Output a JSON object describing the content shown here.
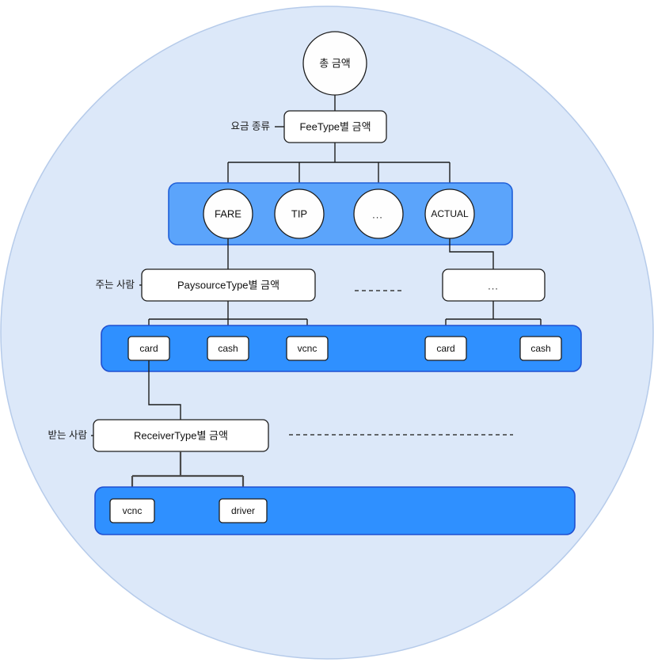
{
  "diagram": {
    "title_node": {
      "label": "총 금액",
      "shape": "circle"
    },
    "levels": [
      {
        "id": "feetype",
        "side_label": "요금 종류",
        "box_label": "FeeType별 금액",
        "band_color": "#5ba4fb",
        "band_border": "#1f5fd8",
        "children": [
          "FARE",
          "TIP",
          "...",
          "ACTUAL"
        ]
      },
      {
        "id": "paysourcetype",
        "side_label": "주는 사람",
        "box_label": "PaysourceType별 금액",
        "sibling_box_label": "...",
        "band_color": "#2f90ff",
        "band_border": "#1f4fd0",
        "children": [
          "card",
          "cash",
          "vcnc"
        ],
        "sibling_children": [
          "card",
          "cash"
        ],
        "dash_marker": "- - - - - - - - -"
      },
      {
        "id": "receivertype",
        "side_label": "받는 사람",
        "box_label": "ReceiverType별 금액",
        "band_color": "#2f90ff",
        "band_border": "#1f4fd0",
        "children": [
          "vcnc",
          "driver"
        ],
        "dash_marker": "- - - - - - - - - - - - - - - - - - - - - - - -"
      }
    ],
    "canvas": {
      "background": "#ffffff",
      "circle_fill": "#dce8f9",
      "circle_stroke": "#b9cdeb"
    }
  }
}
